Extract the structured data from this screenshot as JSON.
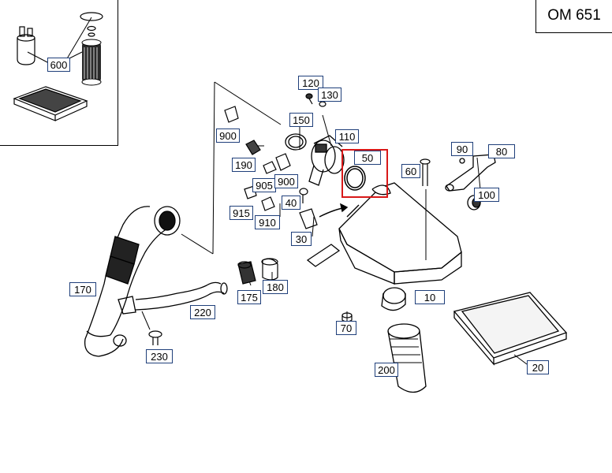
{
  "engine_code": "OM 651",
  "highlight_part": "50",
  "colors": {
    "label_border": "#1f3f7a",
    "highlight": "#d81818",
    "line": "#000000"
  },
  "part_labels": [
    "600",
    "120",
    "130",
    "150",
    "110",
    "900",
    "190",
    "905",
    "900",
    "50",
    "60",
    "90",
    "80",
    "100",
    "915",
    "40",
    "910",
    "30",
    "170",
    "175",
    "180",
    "220",
    "10",
    "230",
    "70",
    "200",
    "20"
  ]
}
